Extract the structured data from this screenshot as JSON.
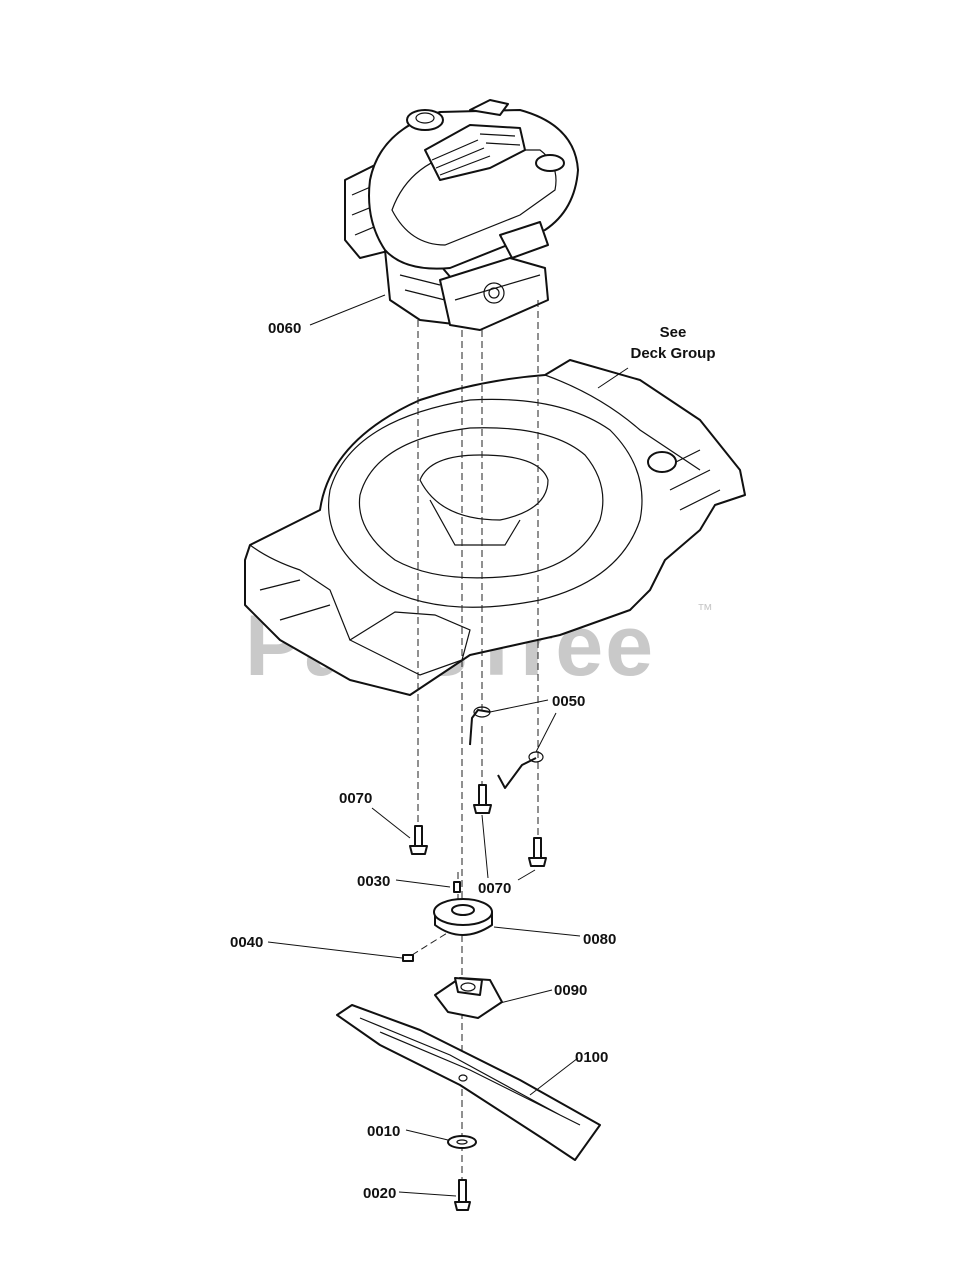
{
  "watermark": {
    "text": "PartsTree",
    "trademark": "™"
  },
  "note": {
    "line1": "See",
    "line2": "Deck Group"
  },
  "callouts": [
    {
      "id": "c-0060",
      "label": "0060",
      "part": "engine"
    },
    {
      "id": "c-0050",
      "label": "0050",
      "part": "wire-bracket"
    },
    {
      "id": "c-0070a",
      "label": "0070",
      "part": "bolt-left"
    },
    {
      "id": "c-0070b",
      "label": "0070",
      "part": "bolt-center"
    },
    {
      "id": "c-0030",
      "label": "0030",
      "part": "key"
    },
    {
      "id": "c-0080",
      "label": "0080",
      "part": "pulley"
    },
    {
      "id": "c-0040",
      "label": "0040",
      "part": "pin"
    },
    {
      "id": "c-0090",
      "label": "0090",
      "part": "blade-adapter"
    },
    {
      "id": "c-0100",
      "label": "0100",
      "part": "blade"
    },
    {
      "id": "c-0010",
      "label": "0010",
      "part": "washer"
    },
    {
      "id": "c-0020",
      "label": "0020",
      "part": "blade-bolt"
    }
  ]
}
